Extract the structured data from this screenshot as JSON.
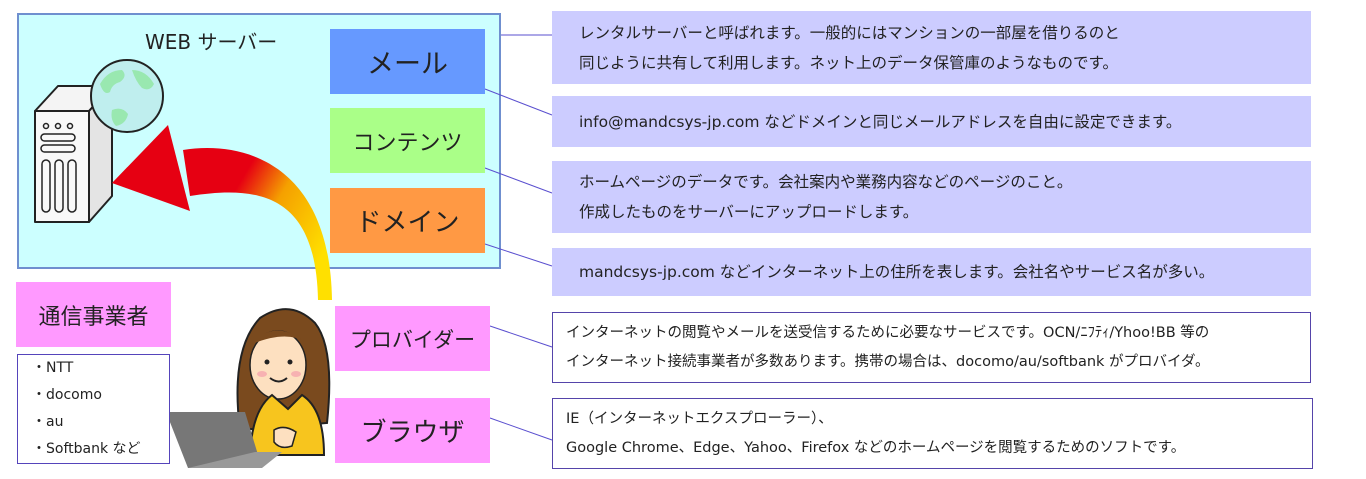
{
  "server_panel": {
    "title": "WEB サーバー",
    "tags": {
      "mail": "メール",
      "contents": "コンテンツ",
      "domain": "ドメイン"
    }
  },
  "carrier": {
    "label": "通信事業者",
    "items": [
      "・NTT",
      "・docomo",
      "・au",
      "・Softbank など"
    ]
  },
  "client_tags": {
    "provider": "プロバイダー",
    "browser": "ブラウザ"
  },
  "descriptions": {
    "server": [
      "レンタルサーバーと呼ばれます。一般的にはマンションの一部屋を借りるのと",
      "同じように共有して利用します。ネット上のデータ保管庫のようなものです。"
    ],
    "mail": [
      "info@mandcsys-jp.com などドメインと同じメールアドレスを自由に設定できます。"
    ],
    "contents": [
      "ホームページのデータです。会社案内や業務内容などのページのこと。",
      "作成したものをサーバーにアップロードします。"
    ],
    "domain": [
      "mandcsys-jp.com などインターネット上の住所を表します。会社名やサービス名が多い。"
    ],
    "provider": [
      "インターネットの閲覧やメールを送受信するために必要なサービスです。OCN/ﾆﾌﾃｨ/Yhoo!BB 等の",
      "インターネット接続事業者が多数あります。携帯の場合は、docomo/au/softbank がプロバイダ。"
    ],
    "browser": [
      "IE（インターネットエクスプローラー）、",
      "Google Chrome、Edge、Yahoo、Firefox などのホームページを閲覧するためのソフトです。"
    ]
  },
  "colors": {
    "server_panel_bg": "#ccffff",
    "server_panel_border": "#6f8fcf",
    "mail": "#6699ff",
    "contents": "#aaff88",
    "domain": "#ff9944",
    "pink_tag": "#ff99ff",
    "desc_fill": "#ccccff",
    "desc_border": "#5544aa",
    "connector": "#5a4fcf"
  },
  "icons": [
    "server-icon",
    "globe-icon",
    "arrow-icon",
    "user-with-laptop-icon"
  ]
}
